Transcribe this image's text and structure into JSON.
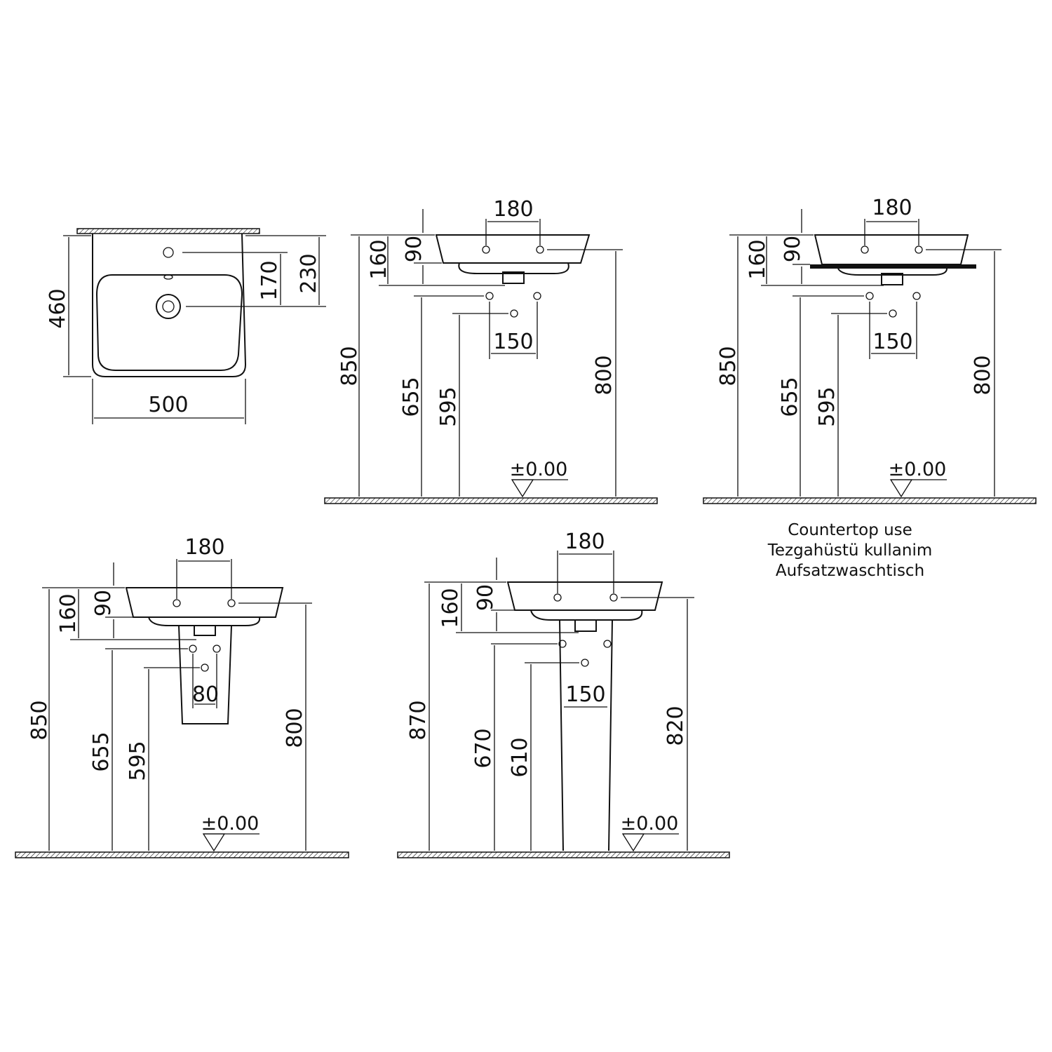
{
  "top_view": {
    "depth": "460",
    "tap_offset": "170",
    "drain_offset": "230",
    "width": "500"
  },
  "wall_hung": {
    "tap_spacing": "180",
    "overflow": "90",
    "depth": "160",
    "total_height": "850",
    "waste_height": "655",
    "trap_height": "595",
    "rim_height": "800",
    "supply_spacing": "150",
    "floor_level": "±0.00"
  },
  "countertop": {
    "tap_spacing": "180",
    "overflow": "90",
    "depth": "160",
    "total_height": "850",
    "waste_height": "655",
    "trap_height": "595",
    "rim_height": "800",
    "supply_spacing": "150",
    "floor_level": "±0.00",
    "caption": [
      "Countertop use",
      "Tezgahüstü kullanim",
      "Aufsatzwaschtisch"
    ]
  },
  "semi_pedestal": {
    "tap_spacing": "180",
    "overflow": "90",
    "depth": "160",
    "total_height": "850",
    "waste_height": "655",
    "trap_height": "595",
    "rim_height": "800",
    "supply_spacing": "80",
    "floor_level": "±0.00"
  },
  "pedestal": {
    "tap_spacing": "180",
    "overflow": "90",
    "depth": "160",
    "total_height": "870",
    "waste_height": "670",
    "trap_height": "610",
    "rim_height": "820",
    "supply_spacing": "150",
    "floor_level": "±0.00"
  }
}
